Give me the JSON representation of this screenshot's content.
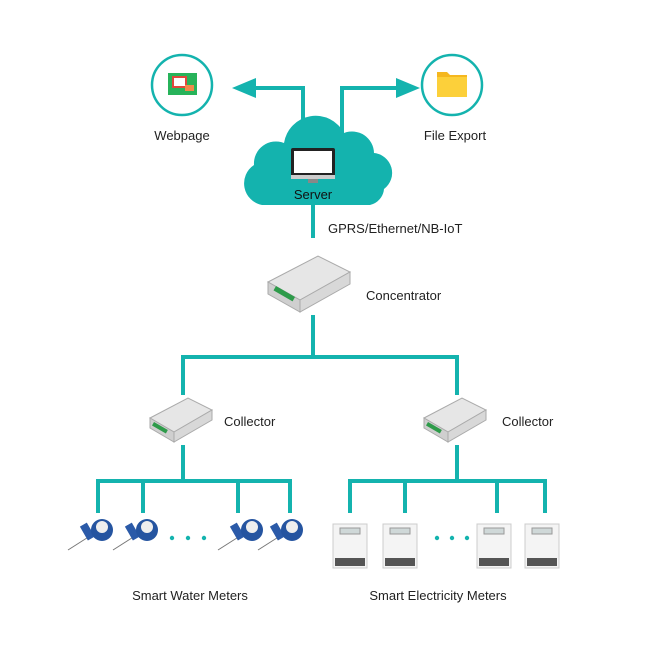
{
  "nodes": {
    "webpage": "Webpage",
    "file_export": "File Export",
    "server": "Server",
    "link": "GPRS/Ethernet/NB-IoT",
    "concentrator": "Concentrator",
    "collector_left": "Collector",
    "collector_right": "Collector",
    "water_meters": "Smart Water Meters",
    "electricity_meters": "Smart Electricity Meters"
  },
  "colors": {
    "accent": "#14b3ae",
    "text": "#222222"
  }
}
